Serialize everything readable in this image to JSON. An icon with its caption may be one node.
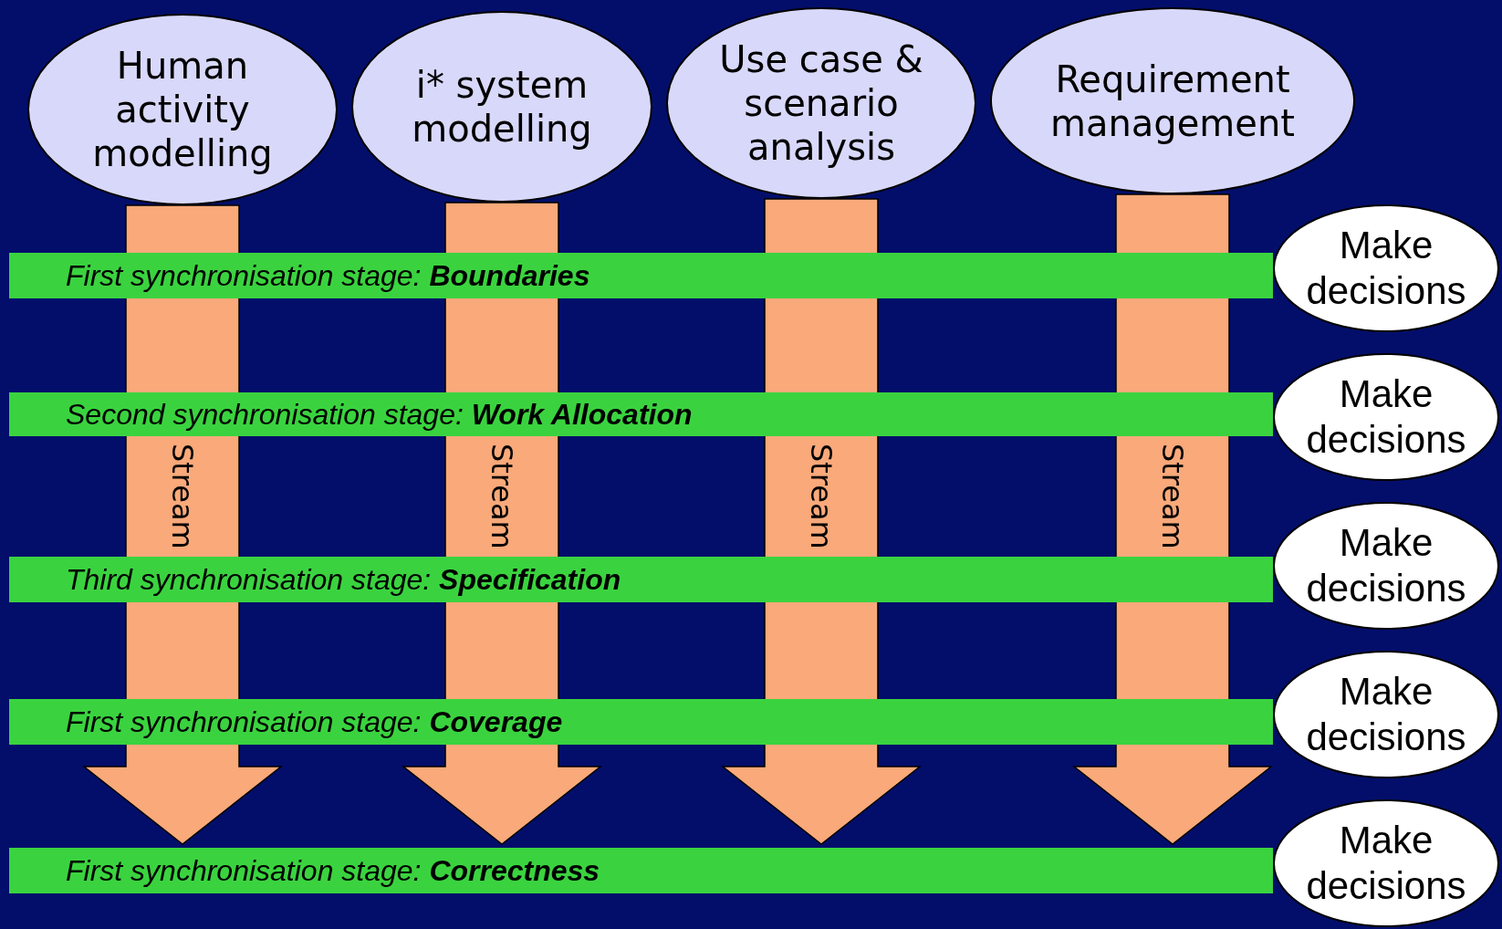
{
  "diagram": {
    "nodes": [
      {
        "text": [
          "Human activity modelling"
        ]
      },
      {
        "text": [
          "i* system modelling"
        ]
      },
      {
        "text": [
          "Use case & scenario analysis"
        ]
      },
      {
        "text": [
          "Requirement management"
        ]
      },
      {
        "text": [
          "First synchronisation stage: **Boundaries**"
        ]
      },
      {
        "text": [
          "Make decisions"
        ]
      },
      {
        "text": [
          "Second synchronisation stage: **Work Allocation**"
        ]
      },
      {
        "text": [
          "Make decisions"
        ]
      },
      {
        "text": [
          "Third synchronisation stage: **Specification**"
        ]
      },
      {
        "text": [
          "Make decisions"
        ]
      },
      {
        "text": [
          "First synchronisation stage: **Coverage**"
        ]
      },
      {
        "text": [
          "Make decisions"
        ]
      },
      {
        "text": [
          "First synchronisation stage: **Correctness**"
        ]
      },
      {
        "text": [
          "Make decisions"
        ]
      }
    ],
    "edges": [
      {
        "from": 0,
        "to": null,
        "arrow": "to",
        "label": "Stream",
        "style": "thick"
      },
      {
        "from": 1,
        "to": null,
        "arrow": "to",
        "label": "Stream",
        "style": "thick"
      },
      {
        "from": 2,
        "to": null,
        "arrow": "to",
        "label": "Stream",
        "style": "thick"
      },
      {
        "from": 3,
        "to": null,
        "arrow": "to",
        "label": "Stream",
        "style": "thick"
      }
    ]
  }
}
